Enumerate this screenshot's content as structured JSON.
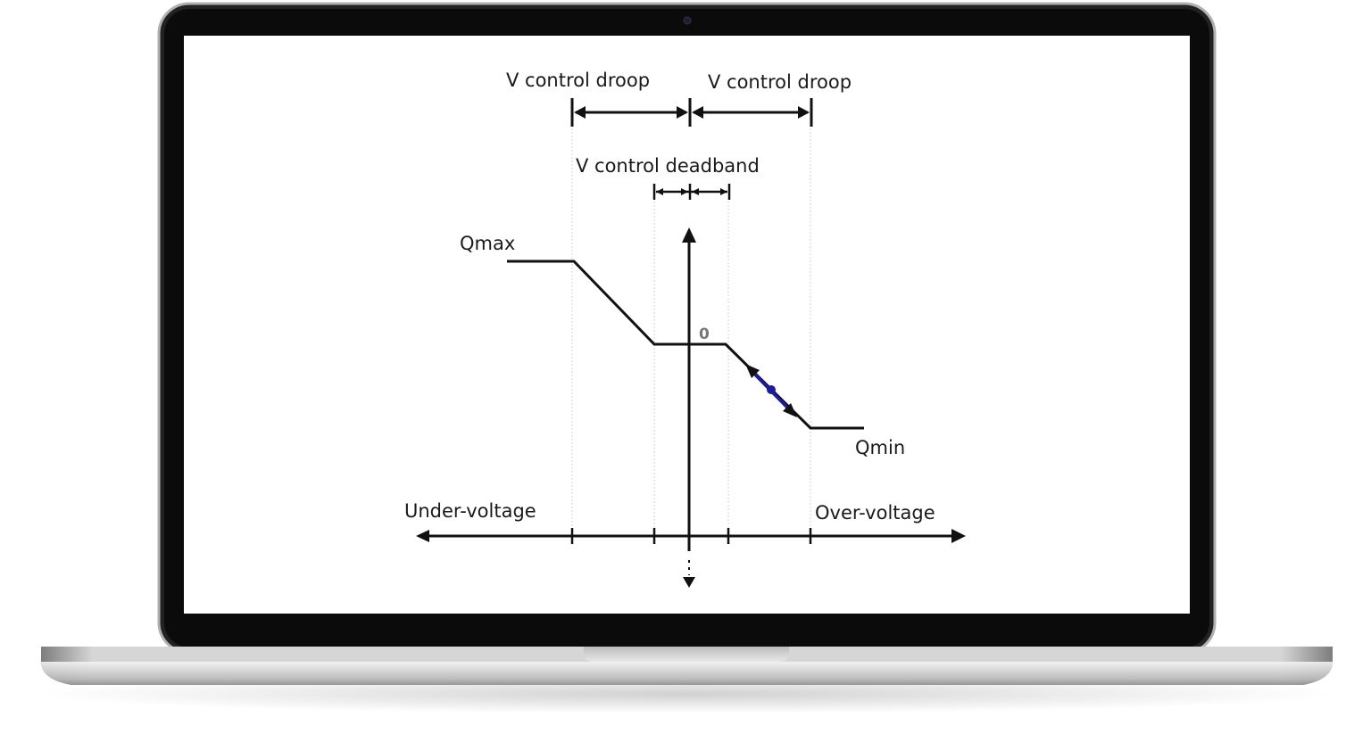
{
  "diagram": {
    "labels": {
      "droop_left": "V control droop",
      "droop_right": "V control droop",
      "deadband": "V control deadband",
      "qmax": "Qmax",
      "qmin": "Qmin",
      "zero": "0",
      "under_voltage": "Under-voltage",
      "over_voltage": "Over-voltage"
    },
    "colors": {
      "line": "#111111",
      "guide": "#dddddd",
      "operating_segment": "#1c1c9c"
    }
  }
}
